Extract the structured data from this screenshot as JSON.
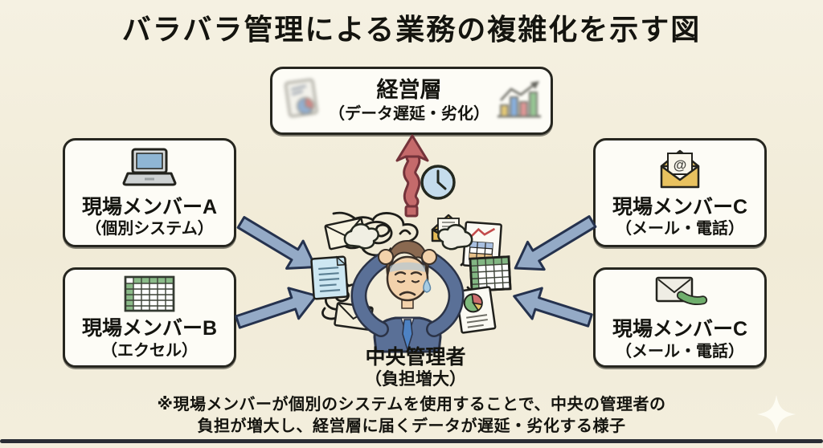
{
  "title": "バラバラ管理による業務の複雑化を示す図",
  "nodes": {
    "management": {
      "name": "経営層",
      "detail": "（データ遅延・劣化）"
    },
    "member_a": {
      "name": "現場メンバーA",
      "detail": "（個別システム）"
    },
    "member_b": {
      "name": "現場メンバーB",
      "detail": "（エクセル）"
    },
    "member_c_top": {
      "name": "現場メンバーC",
      "detail": "（メール・電話）"
    },
    "member_c_bottom": {
      "name": "現場メンバーC",
      "detail": "（メール・電話）"
    },
    "central_manager": {
      "name": "中央管理者",
      "detail": "（負担増大）"
    }
  },
  "footnote": {
    "line1": "※現場メンバーが個別のシステムを使用することで、中央の管理者の",
    "line2": "負担が増大し、経営層に届くデータが遅延・劣化する様子"
  },
  "icons": {
    "at_glyph": "@",
    "management_left": "blurred-report-with-pie-icon",
    "management_right": "blurred-bar-chart-trend-icon",
    "member_a": "laptop-icon",
    "member_b": "excel-spreadsheet-icon",
    "member_c_top": "open-email-at-icon",
    "member_c_bottom": "envelope-phone-icon",
    "center": [
      "clock-icon",
      "squiggly-up-arrow",
      "tangle-scribbles",
      "envelope-icons",
      "document-icons",
      "stressed-manager-illustration"
    ],
    "corner": "four-point-sparkle"
  },
  "colors": {
    "background": "#f2ecda",
    "box_background": "#fdfcf6",
    "outline": "#26261f",
    "inbound_arrow_fill": "#94aac6",
    "inbound_arrow_outline": "#25324e",
    "up_arrow_fill": "#c56a6b",
    "up_arrow_outline": "#74333a",
    "suit": "#5a7097",
    "tie": "#4d82c4",
    "excel_green": "#8bbb89",
    "mail_yellow": "#e8c25f",
    "clock_blue": "#c5dcec",
    "text": "#14140f"
  }
}
